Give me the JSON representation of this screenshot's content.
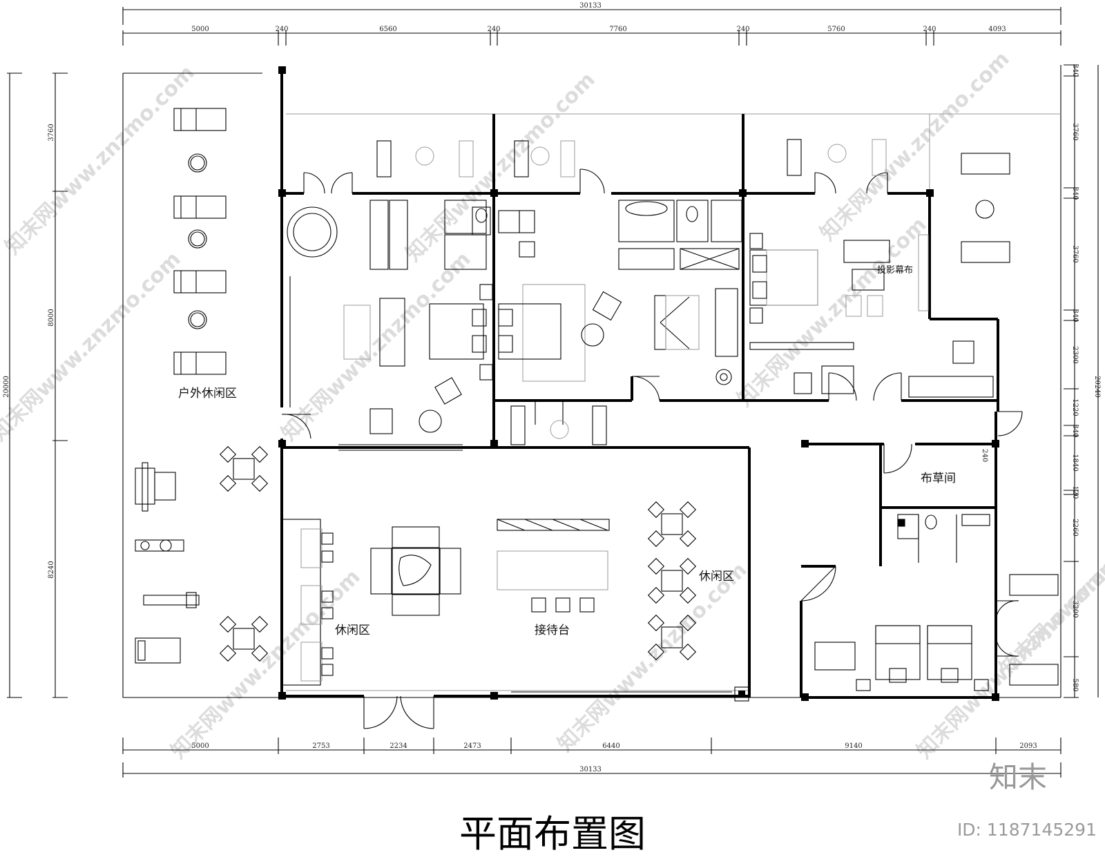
{
  "title": "平面布置图",
  "brand": "知末",
  "image_id": "ID: 1187145291",
  "watermark": "知末网www.znzmo.com",
  "rooms": {
    "outdoor_leisure": "户外休闲区",
    "leisure_left": "休闲区",
    "reception": "接待台",
    "leisure_right": "休闲区",
    "linen_room": "布草间",
    "projection_screen": "投影幕布"
  },
  "dimensions": {
    "top_total": "30133",
    "top": [
      "5000",
      "240",
      "6560",
      "240",
      "7760",
      "240",
      "5760",
      "240",
      "4093"
    ],
    "bottom": [
      "5000",
      "2753",
      "2234",
      "2473",
      "6440",
      "9140",
      "2093"
    ],
    "bottom_total": "30133",
    "left_total": "20000",
    "left": [
      "3760",
      "8000",
      "8240"
    ],
    "right_total": "20240",
    "right": [
      "340",
      "3760",
      "340",
      "3760",
      "340",
      "2300",
      "1220",
      "340",
      "1840",
      "120",
      "2260",
      "3200",
      "580"
    ],
    "interior": "240"
  }
}
